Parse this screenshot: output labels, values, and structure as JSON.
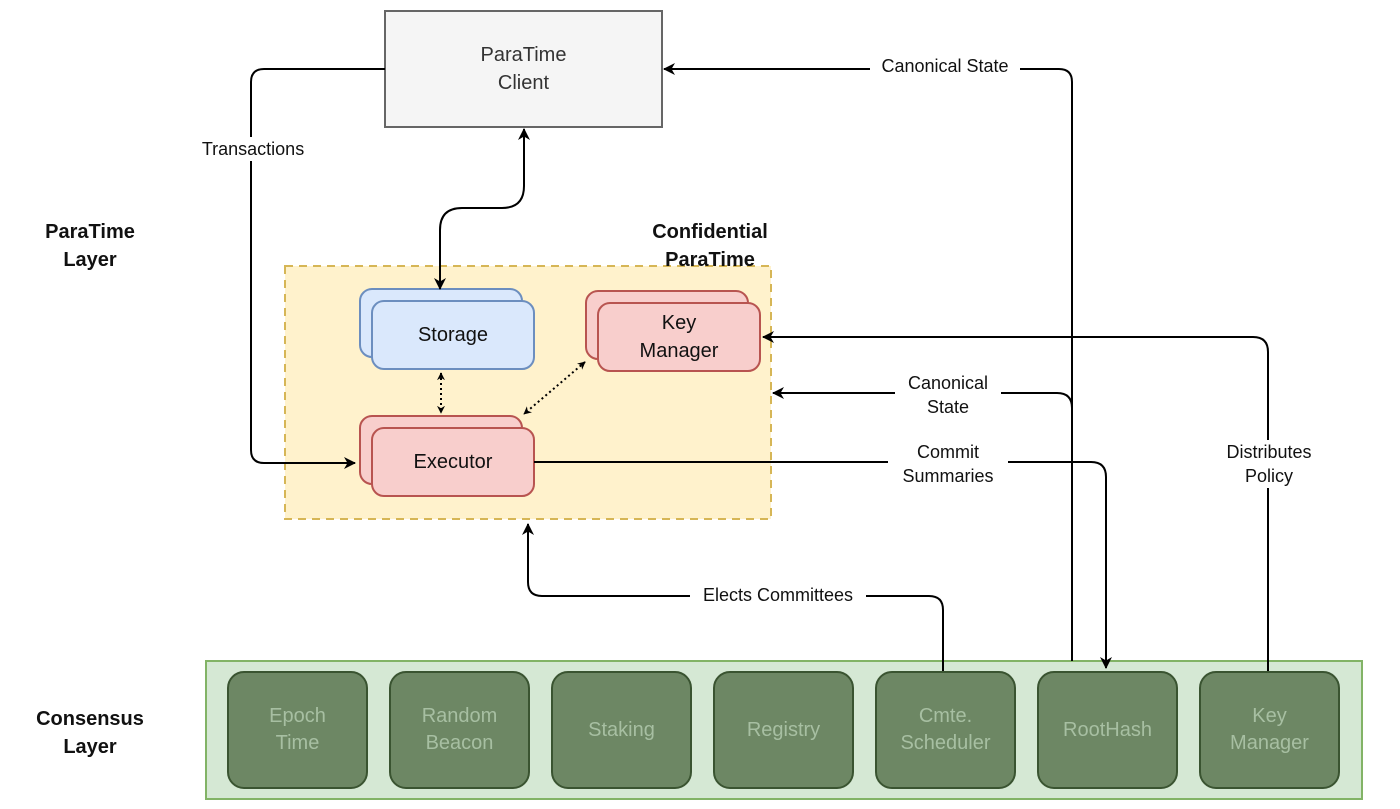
{
  "layers": {
    "paratime": "ParaTime\nLayer",
    "consensus": "Consensus\nLayer"
  },
  "paratime_client": {
    "label": "ParaTime\nClient"
  },
  "confidential_paratime": {
    "label": "Confidential\nParaTime",
    "components": {
      "storage": "Storage",
      "key_manager": "Key\nManager",
      "executor": "Executor"
    }
  },
  "consensus_services": [
    {
      "id": "epoch-time",
      "label": "Epoch\nTime"
    },
    {
      "id": "random-beacon",
      "label": "Random\nBeacon"
    },
    {
      "id": "staking",
      "label": "Staking"
    },
    {
      "id": "registry",
      "label": "Registry"
    },
    {
      "id": "cmte-scheduler",
      "label": "Cmte.\nScheduler"
    },
    {
      "id": "roothash",
      "label": "RootHash"
    },
    {
      "id": "key-manager",
      "label": "Key\nManager"
    }
  ],
  "edges": {
    "transactions": "Transactions",
    "canonical_state_client": "Canonical State",
    "canonical_state_paratime": "Canonical\nState",
    "commit_summaries": "Commit\nSummaries",
    "distributes_policy": "Distributes\nPolicy",
    "elects_committees": "Elects Committees"
  },
  "colors": {
    "client_fill": "#f5f5f5",
    "client_stroke": "#666666",
    "paratime_fill": "#fff2cc",
    "paratime_stroke": "#d6b656",
    "storage_fill": "#dae8fc",
    "storage_stroke": "#6c8ebf",
    "red_fill": "#f8cecc",
    "red_stroke": "#b85450",
    "consensus_fill": "#d5e8d4",
    "consensus_stroke": "#82b366",
    "service_fill": "#6d8764",
    "service_stroke": "#3a5431",
    "service_text": "#a7bfa2"
  }
}
